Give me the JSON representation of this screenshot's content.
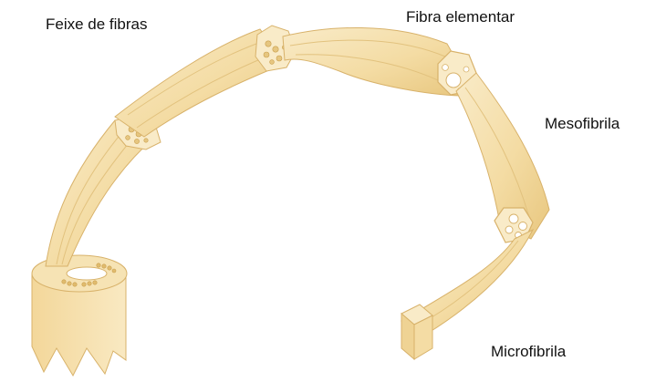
{
  "diagram": {
    "labels": {
      "fiber_bundle": "Feixe de fibras",
      "elementary_fiber": "Fibra elementar",
      "mesofibril": "Mesofibrila",
      "microfibril": "Microfibrila"
    },
    "colors": {
      "fill": "#f4dca4",
      "fill_light": "#f9ebc8",
      "fill_dark": "#e8c77f",
      "stroke": "#d8b26a",
      "label_text": "#111111",
      "background": "#ffffff"
    }
  }
}
